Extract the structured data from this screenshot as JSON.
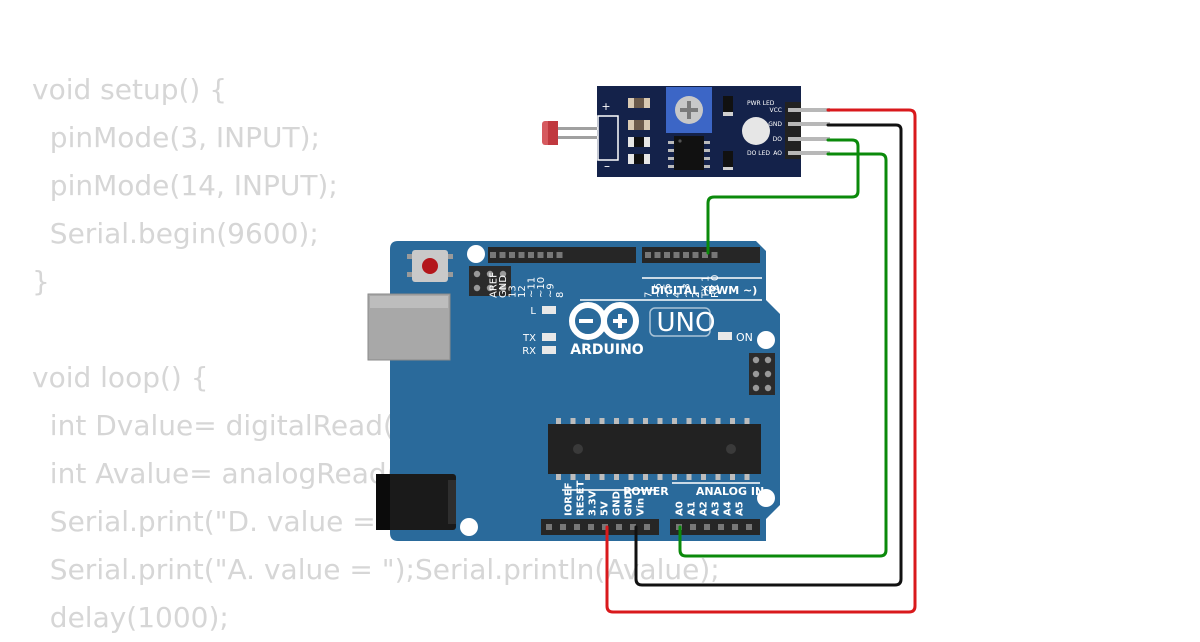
{
  "code": [
    "void setup() {",
    "  pinMode(3, INPUT);",
    "  pinMode(14, INPUT);",
    "  Serial.begin(9600);",
    "}",
    "",
    "void loop() {",
    "  int Dvalue= digitalRead(3);",
    "  int Avalue= analogRead(A0);",
    "  Serial.print(\"D. value = \");Serial.println(Dvalue);",
    "  Serial.print(\"A. value = \");Serial.println(Avalue);",
    "  delay(1000);"
  ],
  "board": {
    "logo": "ARDUINO",
    "model": "UNO",
    "digital_header": "DIGITAL (PWM ~)",
    "digital_pins": [
      "AREF",
      "GND",
      "13",
      "12",
      "~11",
      "~10",
      "~9",
      "8",
      "7",
      "~6",
      "~5",
      "4",
      "~3",
      "2",
      "TX 1",
      "RX 0"
    ],
    "power_header": "POWER",
    "power_pins": [
      "IOREF",
      "RESET",
      "3.3V",
      "5V",
      "GND",
      "GND",
      "Vin"
    ],
    "analog_header": "ANALOG IN",
    "analog_pins": [
      "A0",
      "A1",
      "A2",
      "A3",
      "A4",
      "A5"
    ],
    "led_l": "L",
    "led_tx": "TX",
    "led_rx": "RX",
    "led_on": "ON",
    "color": "#2a6a9b"
  },
  "sensor": {
    "plus": "+",
    "minus": "–",
    "pwr_led": "PWR LED",
    "do_led": "DO LED",
    "pins": [
      "VCC",
      "GND",
      "DO",
      "AO"
    ],
    "color": "#14224a"
  },
  "wires": {
    "vcc_color": "#d9191c",
    "gnd_color": "#111111",
    "signal_color": "#0b8a0b"
  }
}
